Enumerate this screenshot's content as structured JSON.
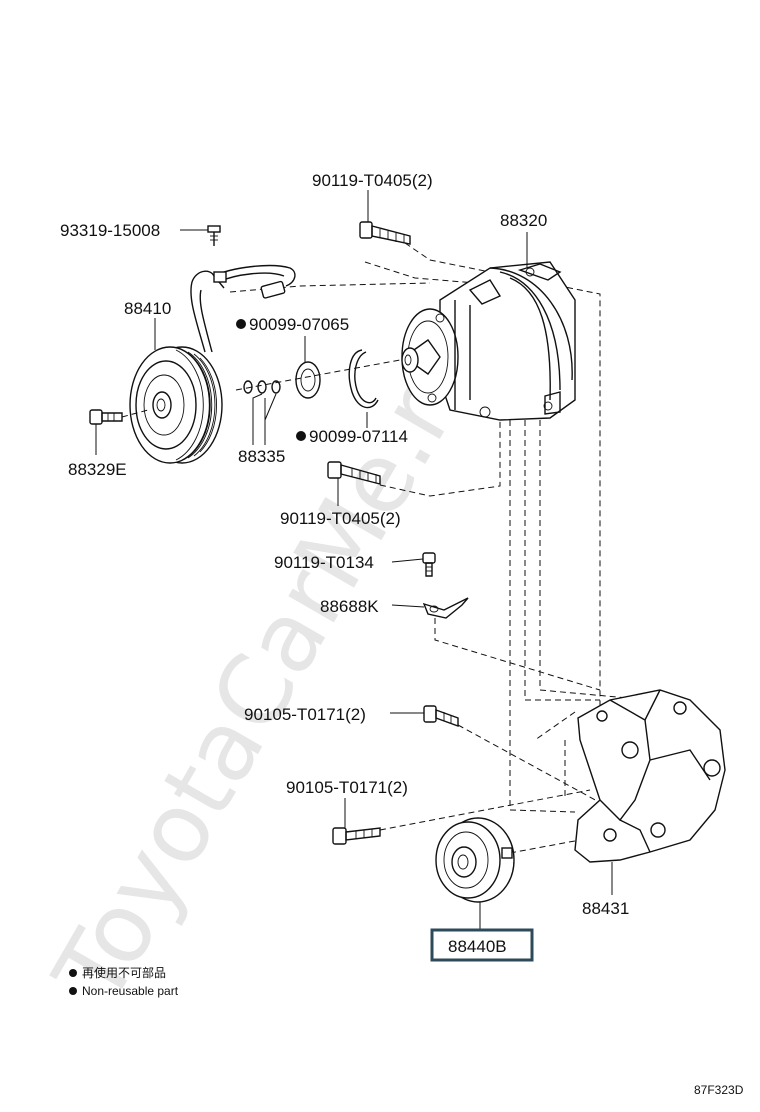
{
  "watermark": "ToyotaCarMe.ru",
  "parts": {
    "bolt_top": "90119-T0405(2)",
    "screw": "93319-15008",
    "compressor": "88320",
    "clutch": "88410",
    "snap_ring_1": "90099-07065",
    "snap_ring_2": "90099-07114",
    "center_bolt": "88329E",
    "shims": "88335",
    "bolt_mid": "90119-T0405(2)",
    "bolt_clamp": "90119-T0134",
    "clamp": "88688K",
    "bolt_bracket_1": "90105-T0171(2)",
    "bolt_bracket_2": "90105-T0171(2)",
    "bracket": "88431",
    "idler_pulley": "88440B"
  },
  "legend": {
    "line_1": "再使用不可部品",
    "line_2": "Non-reusable part"
  },
  "figure_code": "87F323D",
  "colors": {
    "highlight_border": "#2c4a5a",
    "ink": "#111111"
  }
}
